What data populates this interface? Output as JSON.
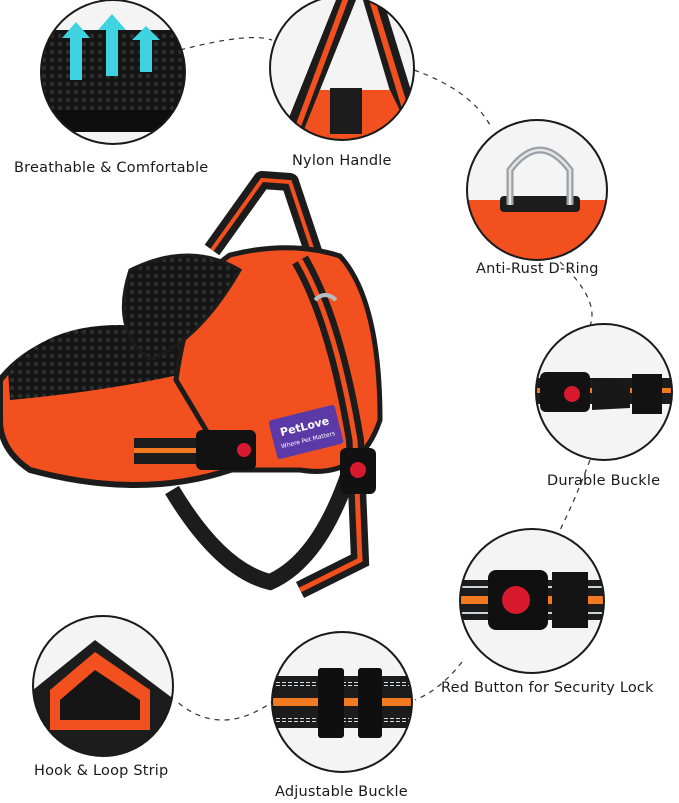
{
  "brand": {
    "name": "PetLove",
    "tagline": "Where Pet Matters"
  },
  "features": [
    {
      "id": "breathable",
      "label": "Breathable & Comfortable"
    },
    {
      "id": "handle",
      "label": "Nylon Handle"
    },
    {
      "id": "dring",
      "label": "Anti-Rust D-Ring"
    },
    {
      "id": "buckle",
      "label": "Durable Buckle"
    },
    {
      "id": "lock",
      "label": "Red Button for Security Lock"
    },
    {
      "id": "hookloop",
      "label": "Hook & Loop Strip"
    },
    {
      "id": "adjust",
      "label": "Adjustable Buckle"
    }
  ],
  "colors": {
    "harness_orange": "#f2501e",
    "padding_black": "#1c1c1c",
    "reflective": "#cfd3d6",
    "button_red": "#d8192e",
    "brand_purple": "#5b3aa8",
    "stripe_orange": "#f47a22"
  }
}
